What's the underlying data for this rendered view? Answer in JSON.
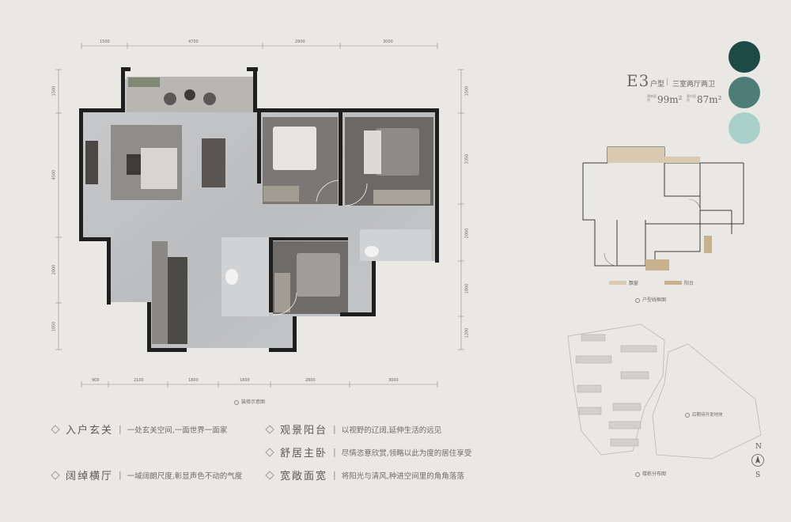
{
  "unit_code": "E3",
  "unit_label": "户型",
  "layout_type": "三室两厅两卫",
  "separator": "|",
  "area_build_label": "建筑面积",
  "area_build": "99m²",
  "area_inner_label": "套内面积",
  "area_inner": "87m²",
  "swatch_colors": [
    "#1d4a47",
    "#4e7d78",
    "#a8cfc8"
  ],
  "dims_top": [
    "1500",
    "4700",
    "2900",
    "3000"
  ],
  "dims_bottom": [
    "900",
    "2100",
    "1800",
    "1800",
    "2800",
    "3000"
  ],
  "dims_left": [
    "1500",
    "4500",
    "2000",
    "1050"
  ],
  "dims_right": [
    "1500",
    "3350",
    "2000",
    "1800",
    "1200"
  ],
  "caption_plan": "装修示意图",
  "caption_frame": "户型线框图",
  "caption_site": "楼栋分布图",
  "legend": [
    {
      "label": "飘窗",
      "color": "#d8c9b0"
    },
    {
      "label": "阳台",
      "color": "#c8b18e"
    }
  ],
  "site_future": "后期待开发地块",
  "compass": {
    "n": "N",
    "s": "S"
  },
  "features": [
    {
      "title": "入户玄关",
      "desc": "一处玄关空间,一面世界一面家"
    },
    {
      "title": "观景阳台",
      "desc": "以视野的辽阔,延伸生活的远见"
    },
    {
      "title": "舒居主卧",
      "desc": "尽情恣意欣赏,领略以此为度的居住享受"
    },
    {
      "title": "阔绰横厅",
      "desc": "一域阔朗尺度,彰显声色不动的气度"
    },
    {
      "title": "宽敞面宽",
      "desc": "将阳光与清风,种进空间里的角角落落"
    }
  ]
}
